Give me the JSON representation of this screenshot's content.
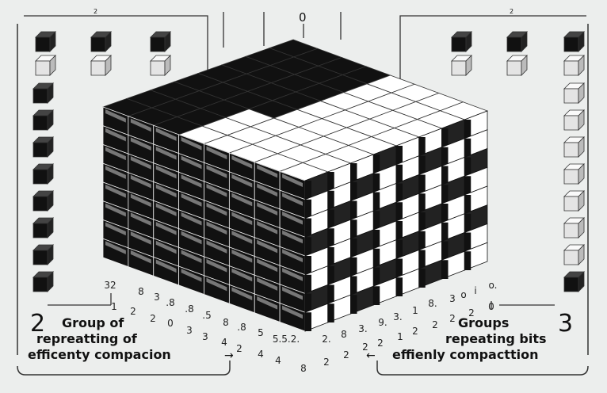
{
  "top_labels": {
    "left": "2",
    "center": "0",
    "right": "2"
  },
  "left_caption": {
    "number": "2",
    "line1": "Group of",
    "line2": "repreatting of",
    "line3": "efficenty compacion",
    "arrow": "→"
  },
  "right_caption": {
    "number": "3",
    "line1": "Groups",
    "line2": "repeating bits",
    "line3": "effienly compacttion",
    "arrow": "←"
  },
  "scatter_numbers": [
    "32",
    "8",
    "3",
    ".8",
    ".8",
    ".5",
    "8",
    ".8",
    "5",
    "5.5.2.",
    "2.",
    "8",
    "3.",
    "9.",
    "3.",
    "1",
    "8.",
    "3",
    "o",
    "i",
    "o.",
    "1",
    "2",
    "2",
    "0",
    "3",
    "3",
    "4",
    "2",
    "4",
    "4",
    "8",
    "2",
    "2",
    "2",
    "2",
    "1",
    "2",
    "2",
    "2",
    "2",
    "0"
  ],
  "colors": {
    "background": "#eceeed",
    "dark": "#111111",
    "light": "#ffffff"
  }
}
